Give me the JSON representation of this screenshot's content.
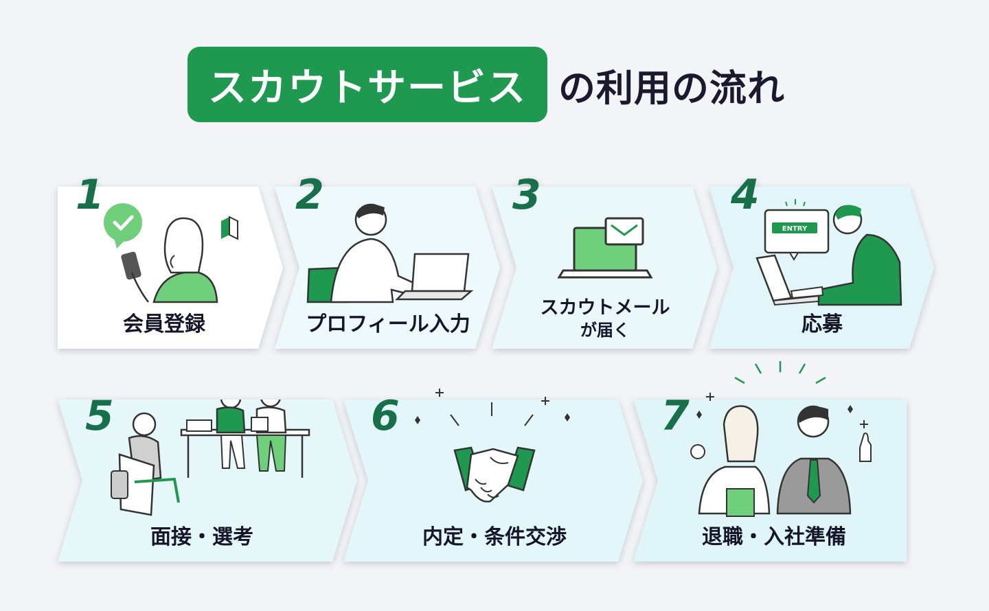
{
  "title": {
    "highlight": "スカウトサービス",
    "rest": "の利用の流れ"
  },
  "steps": [
    {
      "number": "1",
      "label": "会員登録",
      "illustration": "woman-smartphone-beginner-mark"
    },
    {
      "number": "2",
      "label": "プロフィール入力",
      "illustration": "man-typing-laptop"
    },
    {
      "number": "3",
      "label_line1": "スカウトメール",
      "label_line2": "が届く",
      "illustration": "laptop-mail-icon"
    },
    {
      "number": "4",
      "label": "応募",
      "illustration": "man-entry-button-laptop"
    },
    {
      "number": "5",
      "label": "面接・選考",
      "illustration": "interview-panel"
    },
    {
      "number": "6",
      "label": "内定・条件交渉",
      "illustration": "handshake-icon"
    },
    {
      "number": "7",
      "label": "退職・入社準備",
      "illustration": "woman-ok-man-thumbs-up"
    }
  ],
  "colors": {
    "accent": "#1f9950",
    "number": "#17704a",
    "background": "#f3f4f7",
    "card_light": "#e9f8fa",
    "card_white": "#ffffff"
  }
}
